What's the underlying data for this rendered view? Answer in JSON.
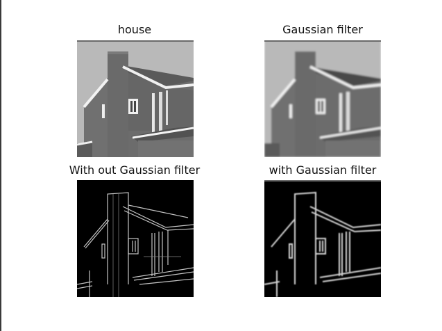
{
  "figure": {
    "panels": [
      {
        "id": "house",
        "title": "house"
      },
      {
        "id": "gaussian",
        "title": "Gaussian filter"
      },
      {
        "id": "edges-raw",
        "title": "With out Gaussian filter"
      },
      {
        "id": "edges-smoothed",
        "title": "with Gaussian filter"
      }
    ]
  }
}
